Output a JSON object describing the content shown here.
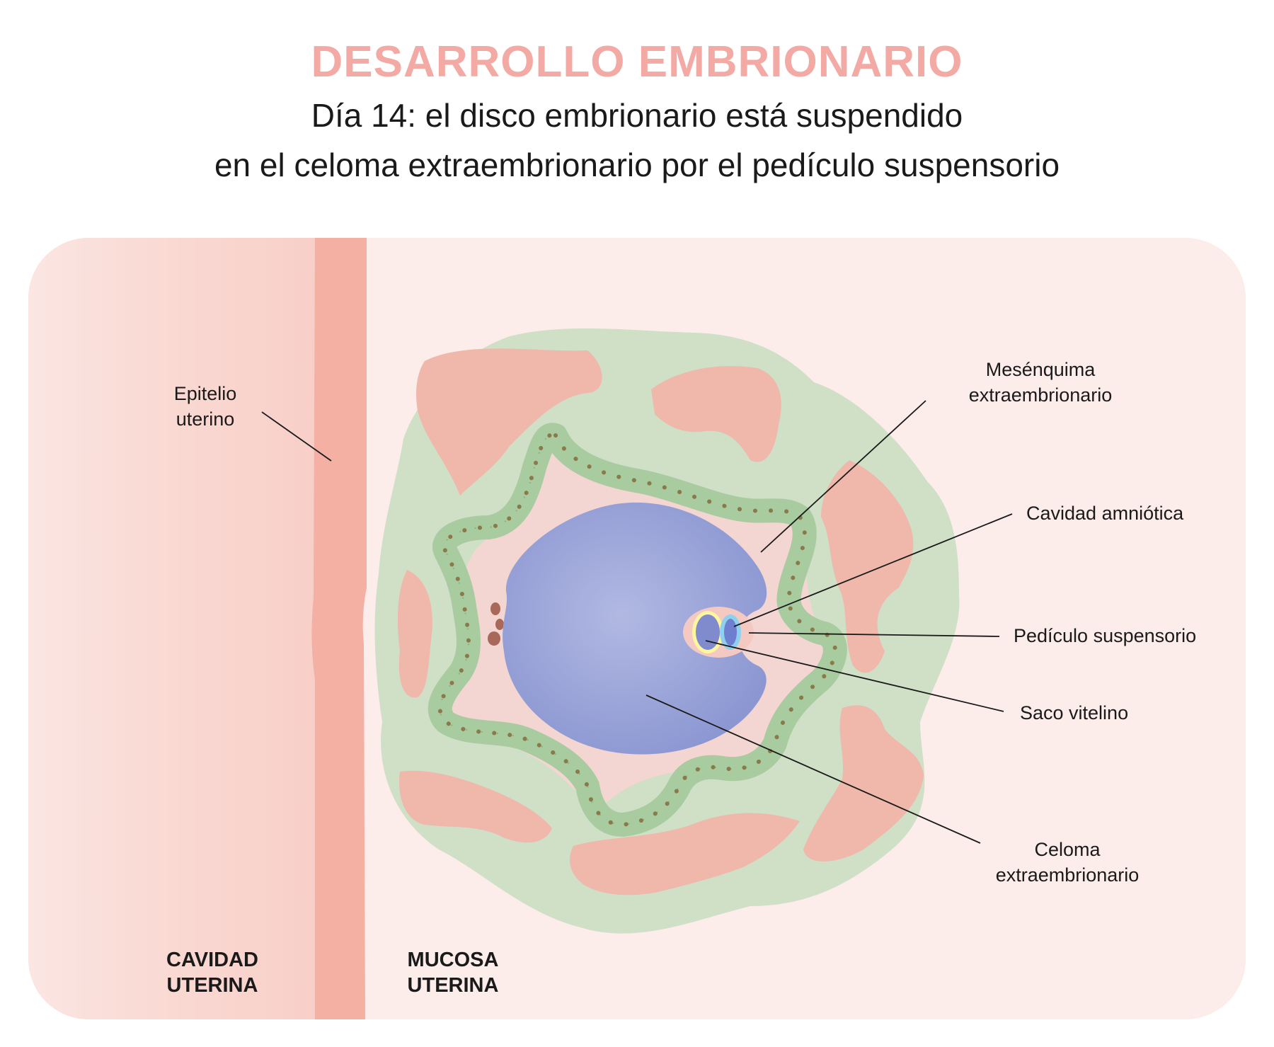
{
  "title": "DESARROLLO EMBRIONARIO",
  "subtitle": {
    "line1": "Día 14: el disco embrionario está suspendido",
    "line2": "en el celoma extraembrionario por el pedículo suspensorio"
  },
  "labels": {
    "epitelio": [
      "Epitelio",
      "uterino"
    ],
    "mesenquima": [
      "Mesénquima",
      "extraembrionario"
    ],
    "amniotica": "Cavidad amniótica",
    "pediculo": "Pedículo suspensorio",
    "saco": "Saco vitelino",
    "celoma": [
      "Celoma",
      "extraembrionario"
    ]
  },
  "regions": {
    "cavidad": [
      "CAVIDAD",
      "UTERINA"
    ],
    "mucosa": [
      "MUCOSA",
      "UTERINA"
    ]
  },
  "colors": {
    "title": "#f3aaa4",
    "background_panel": "#fcecea",
    "epithelium": "#f3b0a3",
    "mesenchyme_green": "#cfe0c6",
    "blood_lacunae": "#efb8ab",
    "yolk_sac": "#9ea7d9",
    "trophoblast": "#a9cba0"
  }
}
